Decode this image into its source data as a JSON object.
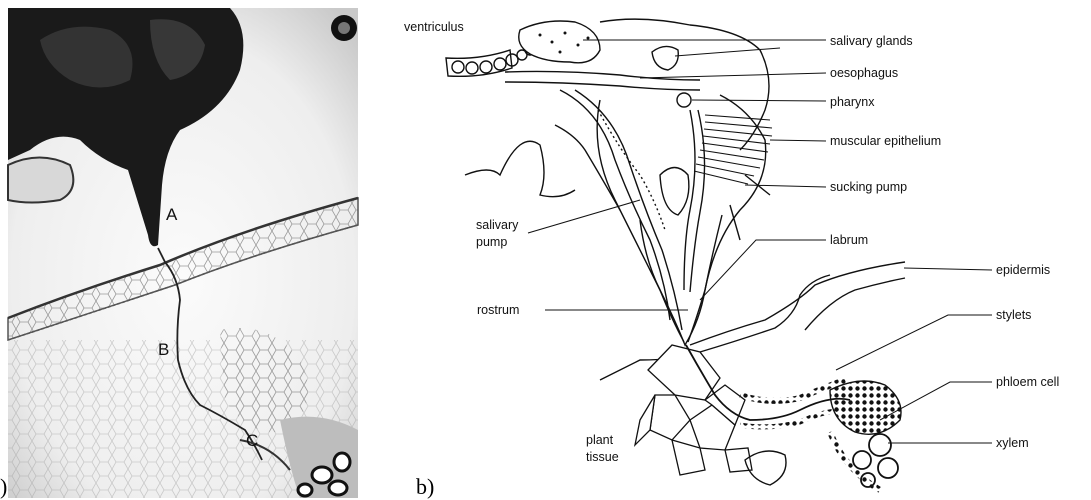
{
  "figure": {
    "panel_a": {
      "panel_label": ")",
      "point_labels": [
        "A",
        "B",
        "C"
      ]
    },
    "panel_b": {
      "panel_label": "b)",
      "labels": {
        "ventriculus": "ventriculus",
        "salivary_glands": "salivary glands",
        "oesophagus": "oesophagus",
        "pharynx": "pharynx",
        "muscular_epithelium": "muscular epithelium",
        "sucking_pump": "sucking pump",
        "salivary_pump_1": "salivary",
        "salivary_pump_2": "pump",
        "labrum": "labrum",
        "epidermis": "epidermis",
        "rostrum": "rostrum",
        "stylets": "stylets",
        "phloem_cell": "phloem cell",
        "plant_tissue_1": "plant",
        "plant_tissue_2": "tissue",
        "xylem": "xylem"
      }
    }
  }
}
